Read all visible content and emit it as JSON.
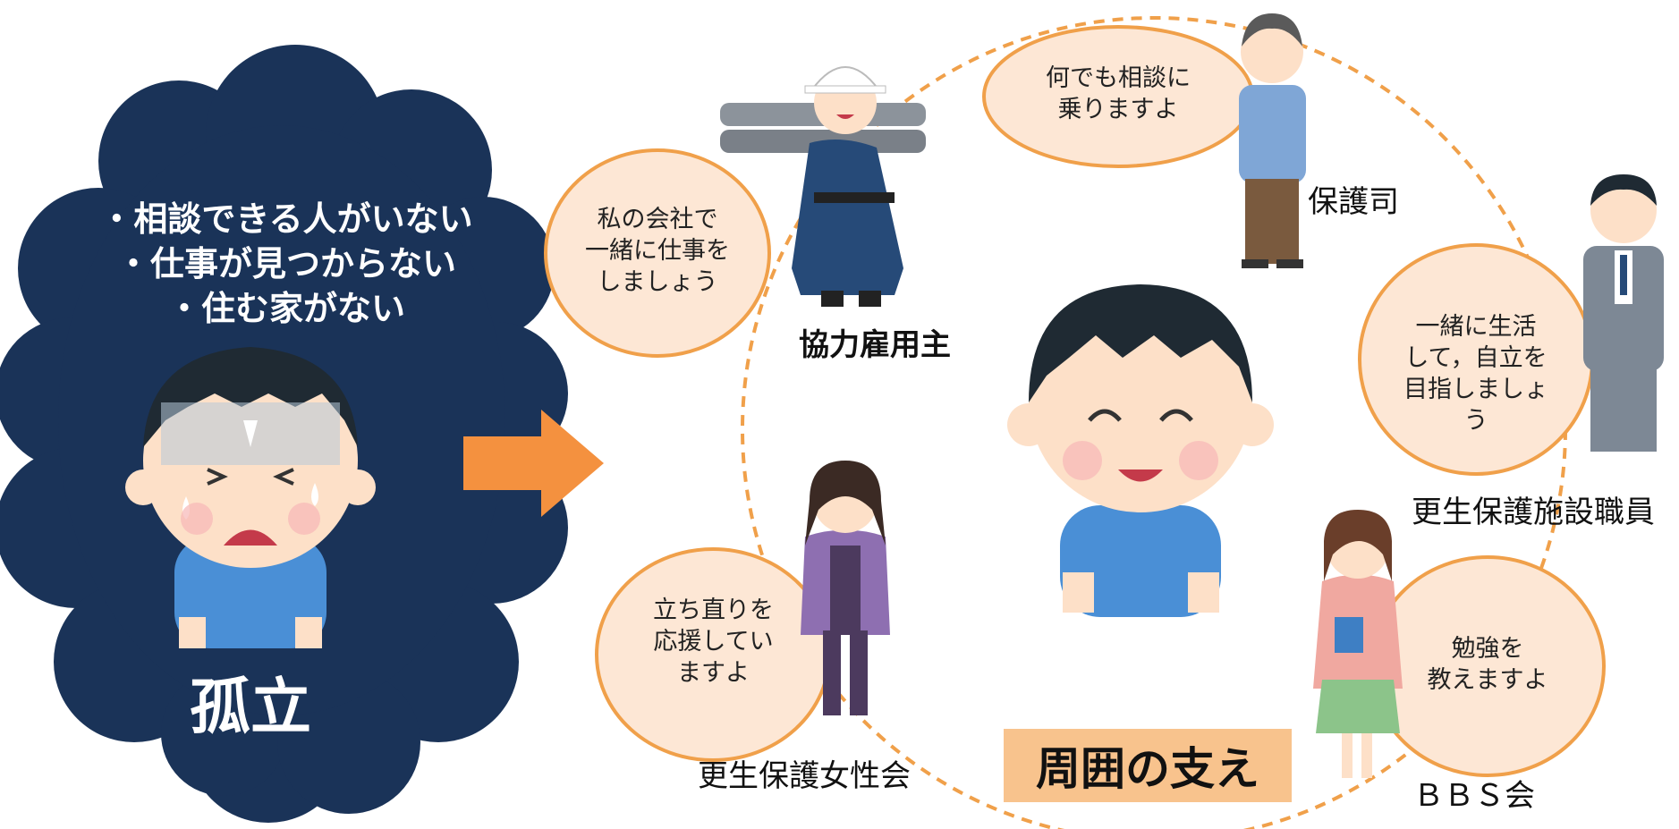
{
  "left_panel": {
    "problems": [
      "・相談できる人がいない",
      "・仕事が見つからない",
      "・住む家がない"
    ],
    "isolation_label": "孤立"
  },
  "supporters": [
    {
      "role": "協力雇用主",
      "speech": "私の会社で\n一緒に仕事を\nしましょう"
    },
    {
      "role": "保護司",
      "speech": "何でも相談に\n乗りますよ"
    },
    {
      "role": "更生保護施設職員",
      "speech": "一緒に生活\nして，自立を\n目指しましょう"
    },
    {
      "role": "ＢＢＳ会",
      "speech": "勉強を\n教えますよ"
    },
    {
      "role": "更生保護女性会",
      "speech": "立ち直りを\n応援してい\nますよ"
    }
  ],
  "center_label": "周囲の支え",
  "colors": {
    "cloud": "#1a3358",
    "arrow": "#f4913f",
    "bubble_fill": "#fde7d5",
    "bubble_stroke": "#f0a04a",
    "label_fill": "#f8c38d",
    "shirt_blue": "#4a8fd6",
    "hair": "#1f2a33",
    "skin": "#fde0c8"
  },
  "icons": [
    "worried-boy-icon",
    "worker-icon",
    "probation-officer-icon",
    "facility-staff-icon",
    "bbs-girl-icon",
    "woman-volunteer-icon",
    "smiling-boy-icon"
  ]
}
